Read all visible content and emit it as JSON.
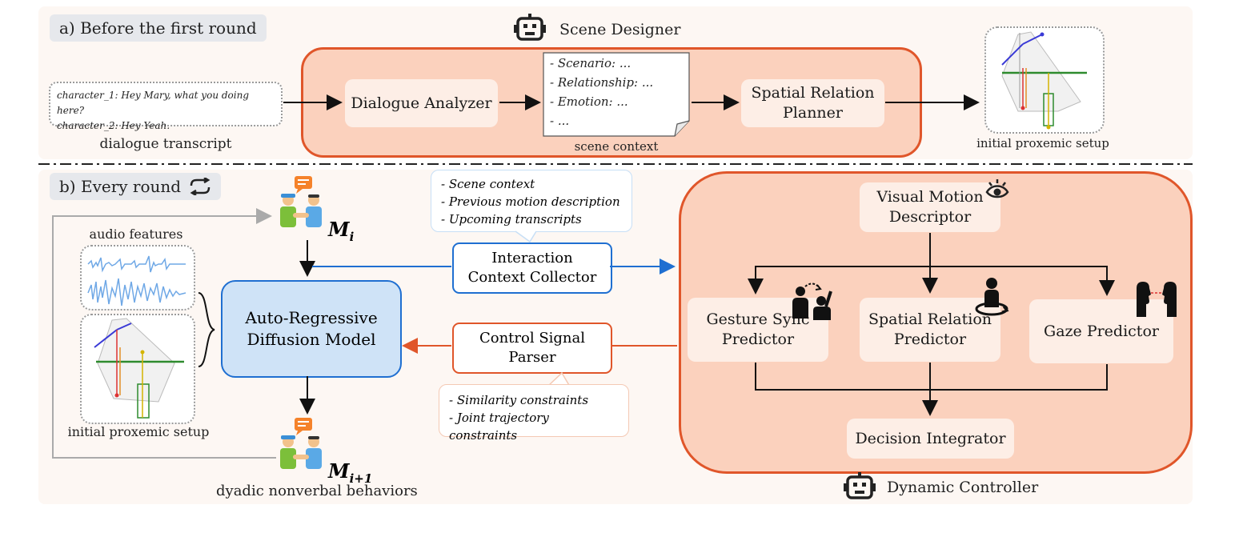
{
  "panel_a": {
    "tag": "a) Before the first round",
    "designer_title": "Scene Designer",
    "dialogue_lines": [
      "character_1:  Hey Mary, what you doing here?",
      "character_2:  Hey Yeah."
    ],
    "dialogue_caption": "dialogue transcript",
    "dialogue_analyzer": "Dialogue Analyzer",
    "scene_context_items": [
      "- Scenario: ...",
      "- Relationship: ...",
      "- Emotion: ...",
      "- ..."
    ],
    "scene_context_caption": "scene context",
    "spatial_planner": [
      "Spatial Relation",
      "Planner"
    ],
    "proxemic_caption": "initial proxemic setup"
  },
  "panel_b": {
    "tag": "b) Every round",
    "audio_caption": "audio features",
    "proxemic_caption": "initial proxemic setup",
    "m_i": "M",
    "m_i_sub": "i",
    "m_next": "M",
    "m_next_sub": "i+1",
    "behaviors_caption": "dyadic nonverbal behaviors",
    "arm_model": [
      "Auto-Regressive",
      "Diffusion Model"
    ],
    "context_collector": [
      "Interaction",
      "Context Collector"
    ],
    "signal_parser": [
      "Control Signal",
      "Parser"
    ],
    "context_bubble": [
      "- Scene context",
      "- Previous motion description",
      "- Upcoming transcripts"
    ],
    "constraints_bubble": [
      "- Similarity constraints",
      "- Joint trajectory constraints"
    ],
    "visual_descriptor": [
      "Visual Motion",
      "Descriptor"
    ],
    "gesture_predictor": [
      "Gesture Sync",
      "Predictor"
    ],
    "spatial_predictor": [
      "Spatial Relation",
      "Predictor"
    ],
    "gaze_predictor": "Gaze Predictor",
    "decision_integrator": "Decision Integrator",
    "controller_title": "Dynamic Controller"
  },
  "colors": {
    "orange": "#e0562a",
    "blue": "#1f6fd1",
    "panel_fill": "#fbd1bd",
    "inner_fill": "#fdeee6",
    "arm_fill": "#cfe3f7"
  }
}
